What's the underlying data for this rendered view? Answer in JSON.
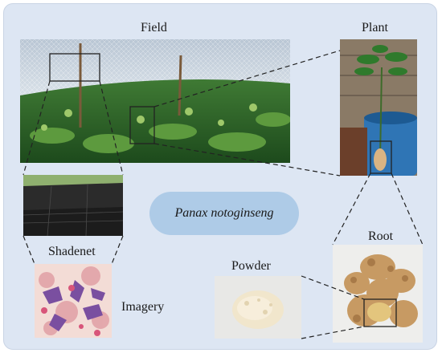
{
  "labels": {
    "field": "Field",
    "plant": "Plant",
    "shadenet": "Shadenet",
    "root": "Root",
    "powder": "Powder",
    "imagery": "Imagery"
  },
  "center_label": "Panax notoginseng",
  "colors": {
    "background": "#dde6f3",
    "center_pill": "#aecbe7",
    "connector": "#222222"
  },
  "icons": {
    "field": "field-photo",
    "plant": "plant-photo",
    "shadenet": "shadenet-photo",
    "root": "root-photo",
    "powder": "powder-photo",
    "imagery": "micrograph-photo"
  }
}
